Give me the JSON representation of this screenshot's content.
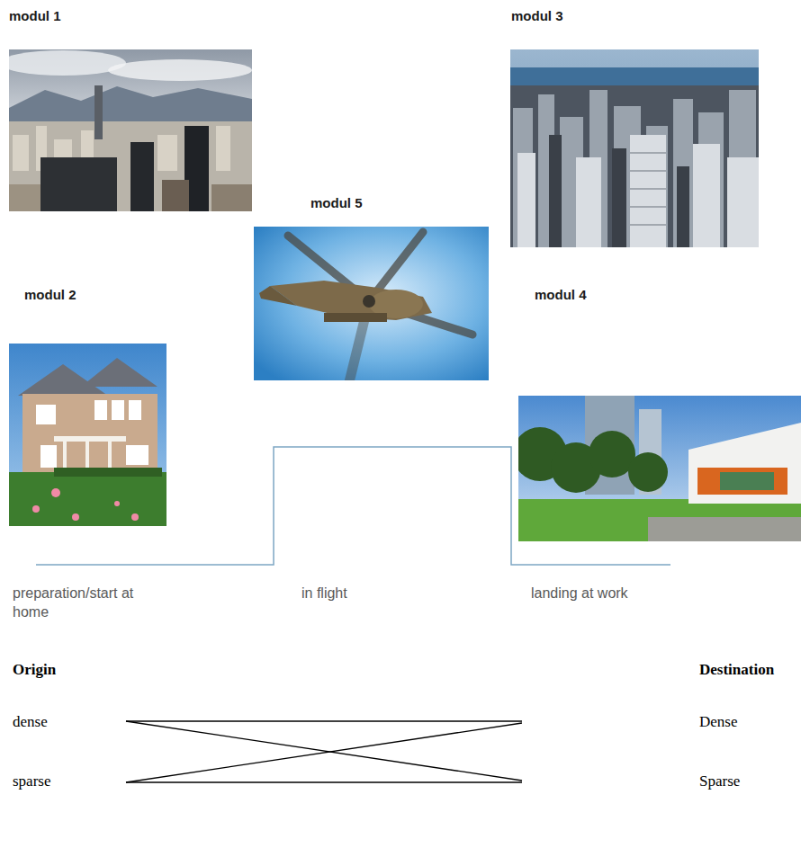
{
  "diagram": {
    "labels": [
      "modul 1",
      "modul 3",
      "modul 5",
      "modul 2",
      "modul 4",
      "preparation/start at home",
      "in flight",
      "landing at work",
      "Origin",
      "Destination",
      "dense",
      "Dense",
      "sparse",
      "Sparse"
    ]
  }
}
